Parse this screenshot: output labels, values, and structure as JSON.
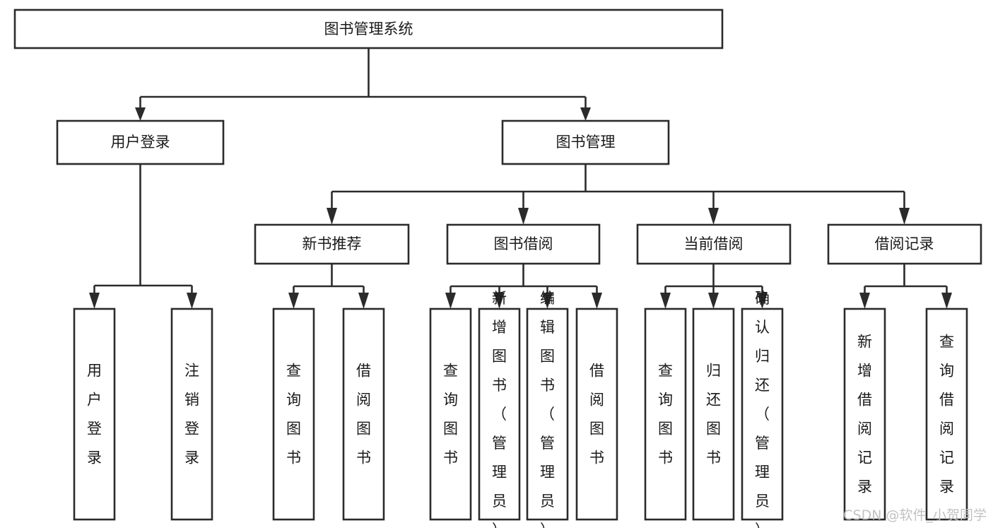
{
  "diagram": {
    "type": "tree-hierarchy",
    "title": "图书管理系统",
    "orientation": "top-down",
    "colors": {
      "box_stroke": "#2b2b2b",
      "box_fill": "#ffffff",
      "text": "#1a1a1a",
      "connector": "#2b2b2b",
      "watermark": "#c2c2c2",
      "background": "#ffffff"
    },
    "nodes": {
      "root": {
        "label": "图书管理系统"
      },
      "level2": [
        {
          "id": "user-login",
          "label": "用户登录"
        },
        {
          "id": "book-manage",
          "label": "图书管理"
        }
      ],
      "level3": [
        {
          "id": "new-book-recommend",
          "label": "新书推荐"
        },
        {
          "id": "book-borrow",
          "label": "图书借阅"
        },
        {
          "id": "current-borrow",
          "label": "当前借阅"
        },
        {
          "id": "borrow-record",
          "label": "借阅记录"
        }
      ],
      "leaves": {
        "user-login": [
          {
            "id": "leaf-user-login",
            "label": "用户登录"
          },
          {
            "id": "leaf-logout-login",
            "label": "注销登录"
          }
        ],
        "new-book-recommend": [
          {
            "id": "leaf-query-book-1",
            "label": "查询图书"
          },
          {
            "id": "leaf-borrow-book-1",
            "label": "借阅图书"
          }
        ],
        "book-borrow": [
          {
            "id": "leaf-query-book-2",
            "label": "查询图书"
          },
          {
            "id": "leaf-add-book",
            "label": "新增图书（管理员）"
          },
          {
            "id": "leaf-edit-book",
            "label": "编辑图书（管理员）"
          },
          {
            "id": "leaf-borrow-book-2",
            "label": "借阅图书"
          }
        ],
        "current-borrow": [
          {
            "id": "leaf-query-book-3",
            "label": "查询图书"
          },
          {
            "id": "leaf-return-book",
            "label": "归还图书"
          },
          {
            "id": "leaf-confirm-return",
            "label": "确认归还（管理员）"
          }
        ],
        "borrow-record": [
          {
            "id": "leaf-add-record",
            "label": "新增借阅记录"
          },
          {
            "id": "leaf-query-record",
            "label": "查询借阅记录"
          }
        ]
      }
    },
    "watermark": "CSDN @软件_小贺同学"
  }
}
